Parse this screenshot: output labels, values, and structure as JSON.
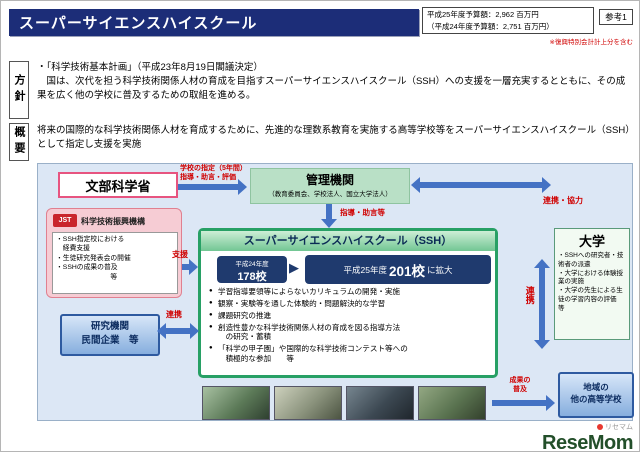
{
  "header": {
    "title": "スーパーサイエンスハイスクール",
    "budget": {
      "line1": "平成25年度予算額：2,962 百万円",
      "line2": "（平成24年度予算額：2,751 百万円）"
    },
    "ref_label": "参考1",
    "note": "※復興特別会計計上分を含む"
  },
  "policy": {
    "label": "方針",
    "text": "・「科学技術基本計画」（平成23年8月19日閣議決定）\n　国は、次代を担う科学技術関係人材の育成を目指すスーパーサイエンスハイスクール（SSH）への支援を一層充実するとともに、その成果を広く他の学校に普及するための取組を進める。"
  },
  "summary": {
    "label": "概要",
    "text": "将来の国際的な科学技術関係人材を育成するために、先進的な理数系教育を実施する高等学校等をスーパーサイエンスハイスクール（SSH）として指定し支援を実施"
  },
  "diagram": {
    "mext": "文部科学省",
    "jst": {
      "logo": "JST",
      "name": "科学技術振興機構",
      "items": "・SSH指定校における\n　経費支援\n・生徒研究発表会の開催\n・SSHの成果の普及\n　　　　　　　　等"
    },
    "kanri": {
      "title": "管理機関",
      "subtitle": "（教育委員会、学校法人、国立大学法人）"
    },
    "daigaku": {
      "title": "大学",
      "items": "・SSHへの研究者・技術者の派遣\n・大学における体験授業の実施\n・大学の先生による生徒の学習内容の評価　等"
    },
    "ssh": {
      "title": "スーパーサイエンスハイスクール（SSH）",
      "year_from": "平成24年度",
      "count_from": "178校",
      "expand_prefix": "平成25年度",
      "expand_count": "201校",
      "expand_suffix": "に拡大",
      "items": [
        "学習指導要領等によらないカリキュラムの開発・実施",
        "観察・実験等を通した体験的・問題解決的な学習",
        "課題研究の推進",
        "創造性豊かな科学技術関係人材の育成を図る指導方法\n　の研究・蓄積",
        "「科学の甲子園」や国際的な科学技術コンテスト等への\n　積極的な参加　　等"
      ]
    },
    "kenkyu": "研究機関\n民間企業　等",
    "chiiki": "地域の\n他の高等学校",
    "labels": {
      "shitei": "学校の指定（5年間）\n指導・助言・評価",
      "shido": "指導・助言等",
      "renkei_kyoryoku": "連携・協力",
      "shien": "支援",
      "renkei_left": "連携",
      "renkei_right": "連携",
      "seika": "成果の\n普及"
    }
  },
  "logo": {
    "small": "リセマム",
    "text": "ReseMom"
  }
}
